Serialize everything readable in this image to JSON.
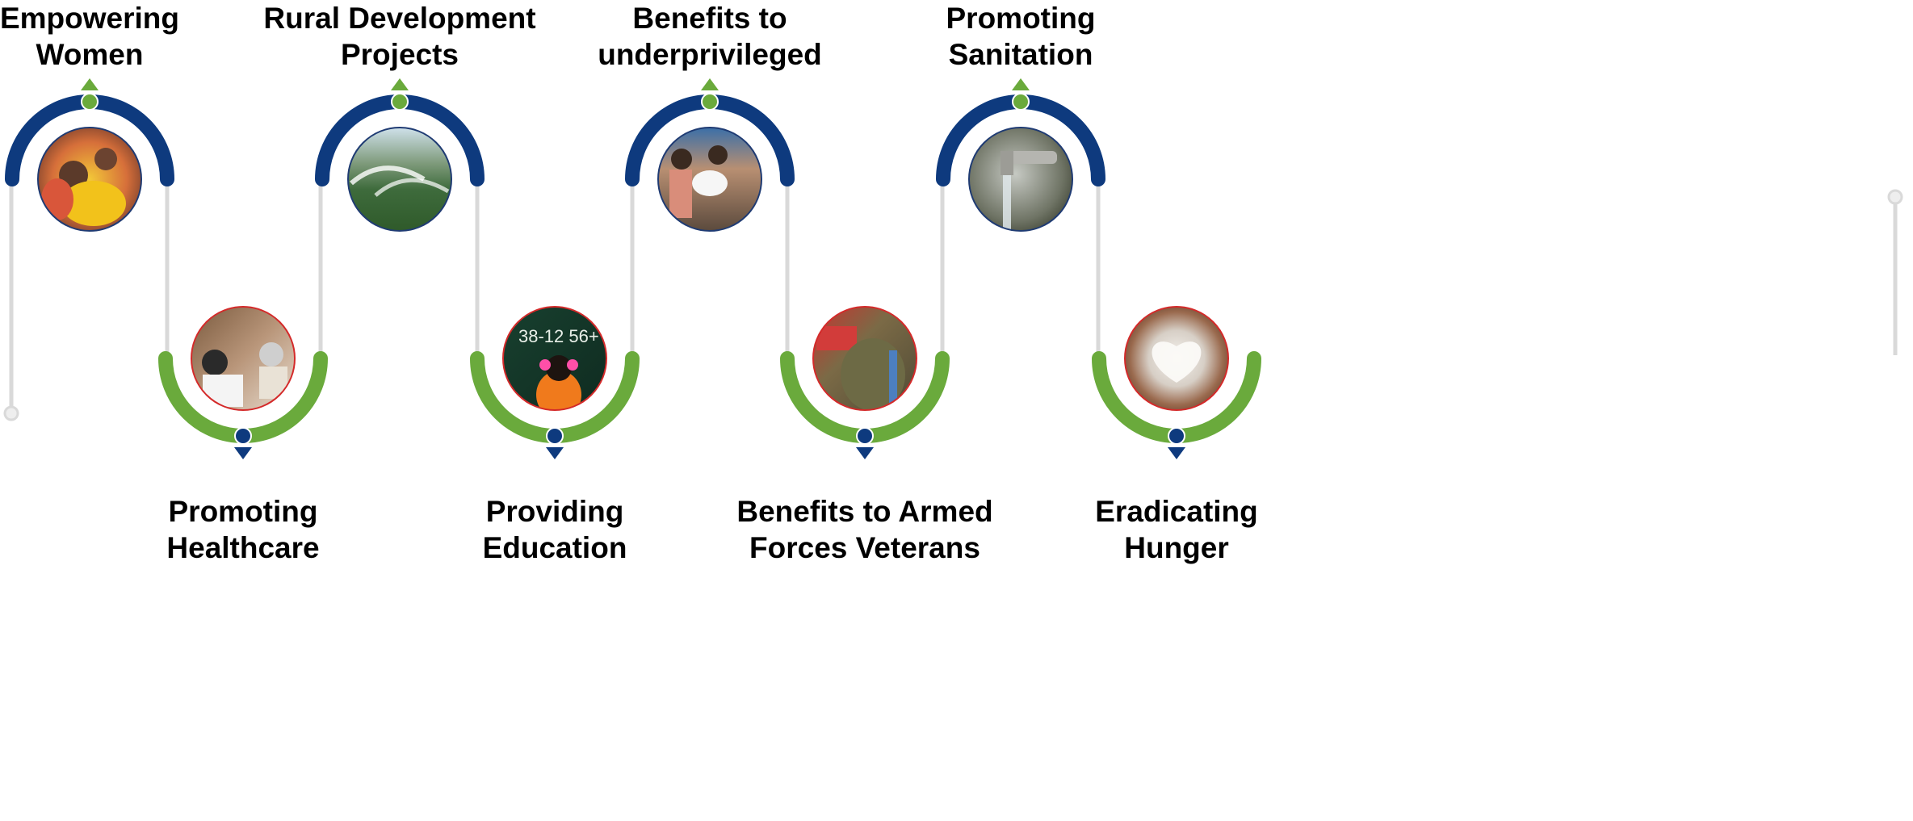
{
  "colors": {
    "navy": "#0e3a7e",
    "green": "#6aaa3c",
    "line": "#d9d9d9",
    "top_photo_border": "#1f3b73",
    "bottom_photo_border": "#d42a2a"
  },
  "items": [
    {
      "id": "empowering-women",
      "position": "top",
      "title_lines": [
        "Empowering",
        "Women"
      ],
      "photo": "women-celebrating"
    },
    {
      "id": "promoting-healthcare",
      "position": "bottom",
      "title_lines": [
        "Promoting",
        "Healthcare"
      ],
      "photo": "health-checkup"
    },
    {
      "id": "rural-development",
      "position": "top",
      "title_lines": [
        "Rural Development",
        "Projects"
      ],
      "photo": "field-irrigation"
    },
    {
      "id": "providing-education",
      "position": "bottom",
      "title_lines": [
        "Providing",
        "Education"
      ],
      "photo": "child-at-chalkboard"
    },
    {
      "id": "benefits-underprivileged",
      "position": "top",
      "title_lines": [
        "Benefits to",
        "underprivileged"
      ],
      "photo": "family-receiving-aid"
    },
    {
      "id": "armed-forces-veterans",
      "position": "bottom",
      "title_lines": [
        "Benefits to Armed",
        "Forces Veterans"
      ],
      "photo": "soldier-embrace"
    },
    {
      "id": "promoting-sanitation",
      "position": "top",
      "title_lines": [
        "Promoting",
        "Sanitation"
      ],
      "photo": "water-tap"
    },
    {
      "id": "eradicating-hunger",
      "position": "bottom",
      "title_lines": [
        "Eradicating",
        "Hunger"
      ],
      "photo": "hands-holding-rice"
    }
  ]
}
